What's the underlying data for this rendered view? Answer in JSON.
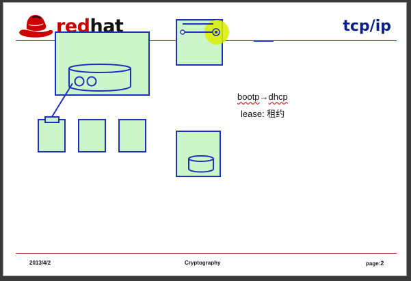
{
  "header": {
    "brand_part1": "red",
    "brand_part2": "hat",
    "title": "tcp/ip"
  },
  "notes": {
    "line1_left": "bootp",
    "line1_arrow": "→",
    "line1_right": "dhcp",
    "line2": "lease: 租约"
  },
  "footer": {
    "date": "2013/4/2",
    "title": "Cryptography",
    "page_label": "page:",
    "page_number": "2"
  },
  "colors": {
    "box_fill": "#ccf5c9",
    "box_border": "#1e2fbd",
    "rule": "#a0301c",
    "title": "#0b1f8a",
    "highlight": "#d9ee00"
  },
  "icons": [
    "redhat-shadowman-icon",
    "database-cylinder-icon",
    "cursor-highlight-icon"
  ]
}
